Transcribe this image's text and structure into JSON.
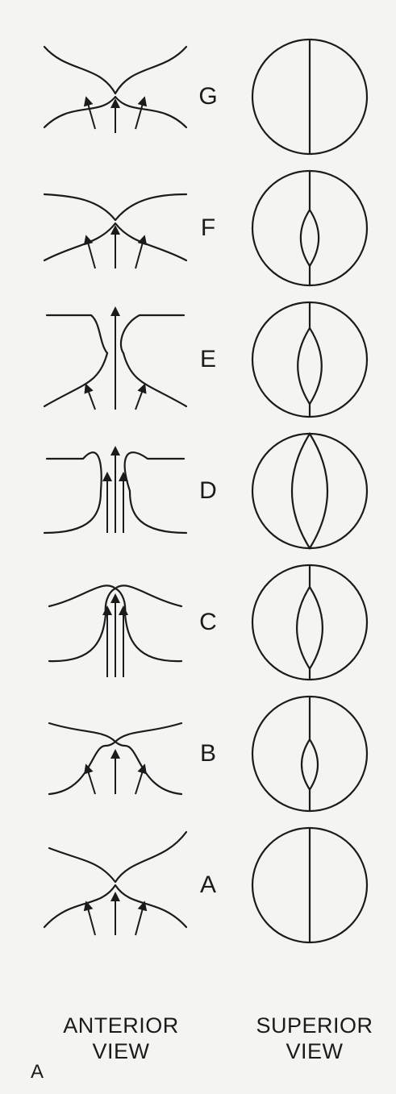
{
  "stages": [
    {
      "label": "G",
      "opening": 0
    },
    {
      "label": "F",
      "opening": 0.32
    },
    {
      "label": "E",
      "opening": 0.55
    },
    {
      "label": "D",
      "opening": 1.0
    },
    {
      "label": "C",
      "opening": 0.62
    },
    {
      "label": "B",
      "opening": 0.25
    },
    {
      "label": "A",
      "opening": 0
    }
  ],
  "captions": {
    "anterior_line1": "ANTERIOR",
    "anterior_line2": "VIEW",
    "superior_line1": "SUPERIOR",
    "superior_line2": "VIEW"
  },
  "panel_letter": "A",
  "colors": {
    "background": "#f4f4f2",
    "ink": "#1b1b1b"
  }
}
